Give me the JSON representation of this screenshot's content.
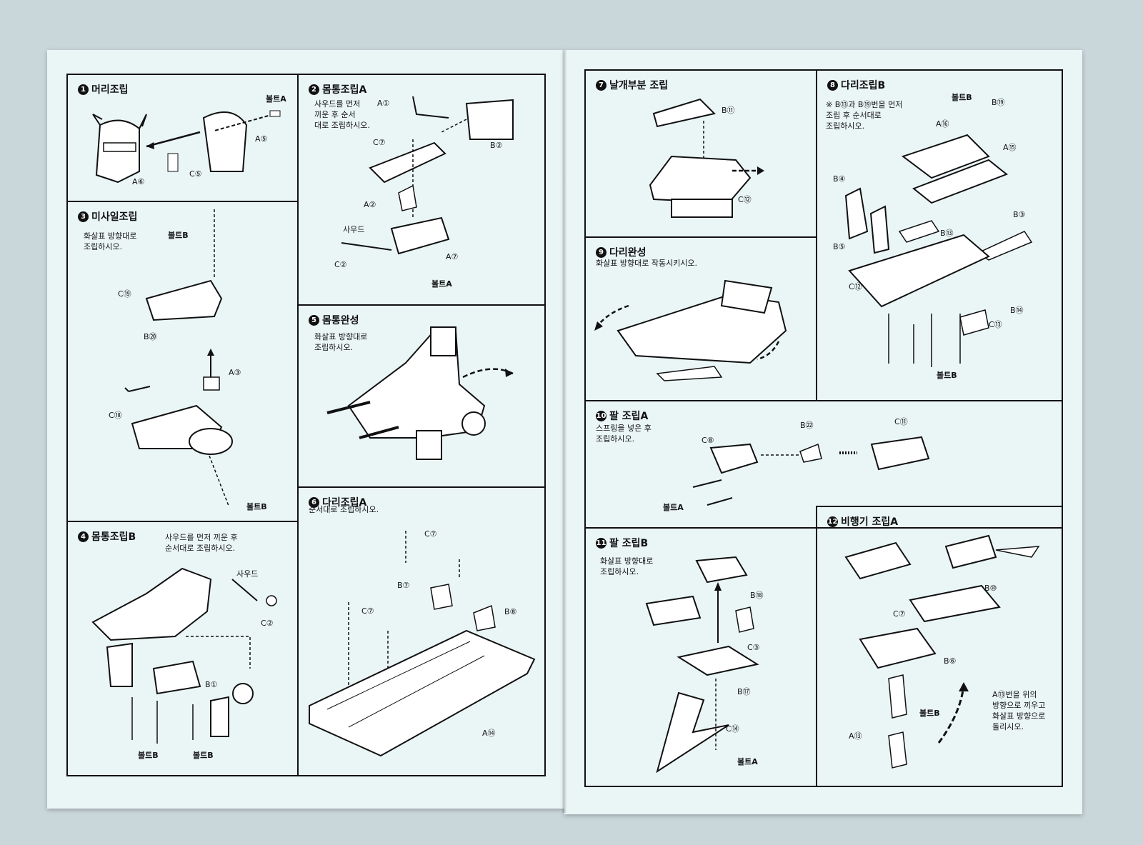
{
  "colors": {
    "paper": "#eaf5f6",
    "ink": "#111111",
    "background": "#c9d6da"
  },
  "steps": {
    "s1": {
      "num": "1",
      "title": "머리조립",
      "parts": [
        "볼트A",
        "A⑤",
        "C⑤",
        "A⑥"
      ]
    },
    "s2": {
      "num": "2",
      "title": "몸통조립A",
      "note": "사우드를 먼저\n끼운 후 순서\n대로 조립하시오.",
      "parts": [
        "A①",
        "C⑦",
        "B②",
        "A②",
        "사우드",
        "C②",
        "A⑦",
        "볼트A"
      ]
    },
    "s3": {
      "num": "3",
      "title": "미사일조립",
      "note": "화살표 방향대로\n조립하시오.",
      "parts": [
        "볼트B",
        "C⑲",
        "B⑳",
        "A③",
        "C⑱",
        "볼트B"
      ]
    },
    "s4": {
      "num": "4",
      "title": "몸통조립B",
      "note": "사우드를 먼저 끼운 후\n순서대로 조립하시오.",
      "parts": [
        "사우드",
        "C②",
        "B①",
        "볼트B",
        "볼트B"
      ]
    },
    "s5": {
      "num": "5",
      "title": "몸통완성",
      "note": "화살표 방향대로\n조립하시오."
    },
    "s6": {
      "num": "6",
      "title": "다리조립A",
      "note": "순서대로 조립하시오.",
      "parts": [
        "C⑦",
        "B⑦",
        "C⑦",
        "B⑧",
        "A⑭"
      ]
    },
    "s7": {
      "num": "7",
      "title": "날개부분 조립",
      "parts": [
        "B⑪",
        "C⑫"
      ]
    },
    "s8": {
      "num": "8",
      "title": "다리조립B",
      "note": "※ B⑬과 B⑲번을 먼저\n조립 후 순서대로\n조립하시오.",
      "parts": [
        "볼트B",
        "B⑲",
        "A⑯",
        "A⑮",
        "B④",
        "B⑬",
        "B③",
        "B⑤",
        "C⑫",
        "B⑭",
        "C⑬",
        "볼트B"
      ]
    },
    "s9": {
      "num": "9",
      "title": "다리완성",
      "note": "화살표 방향대로 작동시키시오."
    },
    "s10": {
      "num": "10",
      "title": "팔 조립A",
      "note": "스프링을 넣은 후\n조립하시오.",
      "parts": [
        "B㉒",
        "C⑪",
        "C⑧",
        "볼트A"
      ]
    },
    "s11": {
      "num": "11",
      "title": "팔 조립B",
      "note": "화살표 방향대로\n조립하시오.",
      "parts": [
        "B⑱",
        "C③",
        "B⑰",
        "C⑭",
        "볼트A"
      ]
    },
    "s12": {
      "num": "12",
      "title": "비행기 조립A",
      "note": "A⑬번을 위의\n방향으로 끼우고\n화살표 방향으로\n돌리시오.",
      "parts": [
        "B⑩",
        "C⑦",
        "B⑥",
        "볼트B",
        "A⑬"
      ]
    }
  }
}
